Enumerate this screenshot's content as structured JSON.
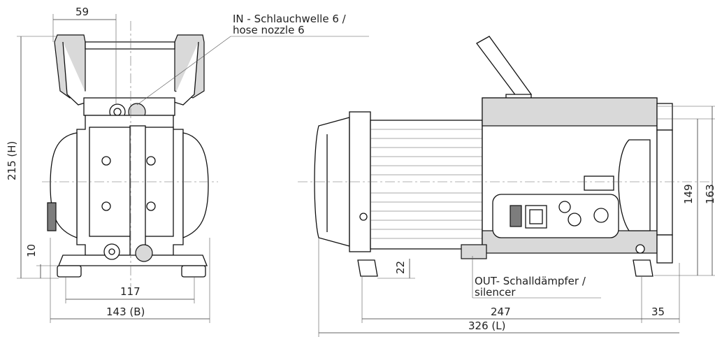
{
  "labels": {
    "inlet_line1": "IN - Schlauchwelle 6 /",
    "inlet_line2": "hose nozzle 6",
    "outlet_line1": "OUT- Schalldämpfer /",
    "outlet_line2": "silencer"
  },
  "dimensions": {
    "top_width": "59",
    "height": "215 (H)",
    "foot_height": "10",
    "foot_span": "117",
    "width": "143 (B)",
    "base_offset": "22",
    "inner_length": "247",
    "end_length": "35",
    "length": "326 (L)",
    "side_height_inner": "149",
    "side_height_outer": "163"
  }
}
